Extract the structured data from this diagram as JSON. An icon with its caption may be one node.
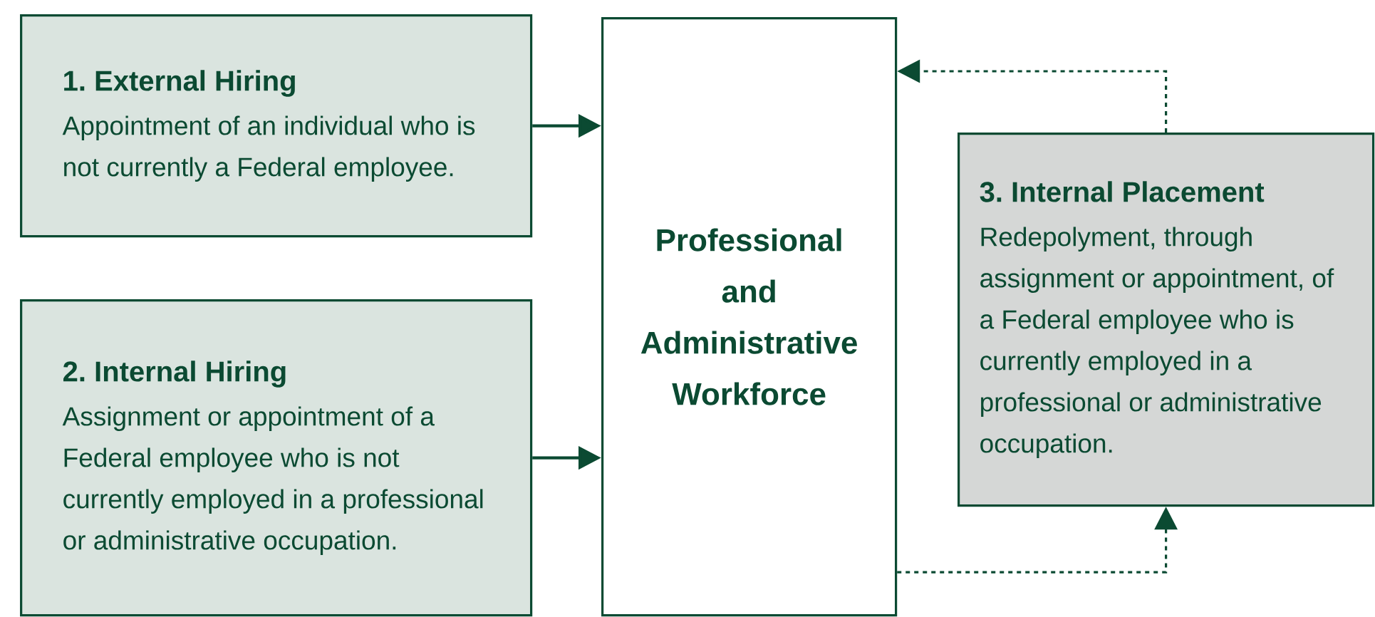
{
  "diagram": {
    "nodes": [
      {
        "text": [
          "1. External Hiring",
          "Appointment of an individual who is not currently a Federal employee."
        ]
      },
      {
        "text": [
          "2. Internal Hiring",
          "Assignment or appointment of a Federal employee who is not currently employed in a professional or administrative occupation."
        ]
      },
      {
        "text": [
          "Professional and Administrative Workforce"
        ]
      },
      {
        "text": [
          "3. Internal Placement",
          "Redepolyment, through assignment or appointment, of a Federal employee who is currently employed in a professional or administrative occupation."
        ]
      }
    ],
    "edges": [
      {
        "from": 0,
        "to": 2,
        "arrow": "to"
      },
      {
        "from": 1,
        "to": 2,
        "arrow": "to"
      },
      {
        "from": 3,
        "to": 2,
        "arrow": "to",
        "style": "dashed"
      },
      {
        "from": 2,
        "to": 3,
        "arrow": "to",
        "style": "dashed"
      }
    ]
  }
}
